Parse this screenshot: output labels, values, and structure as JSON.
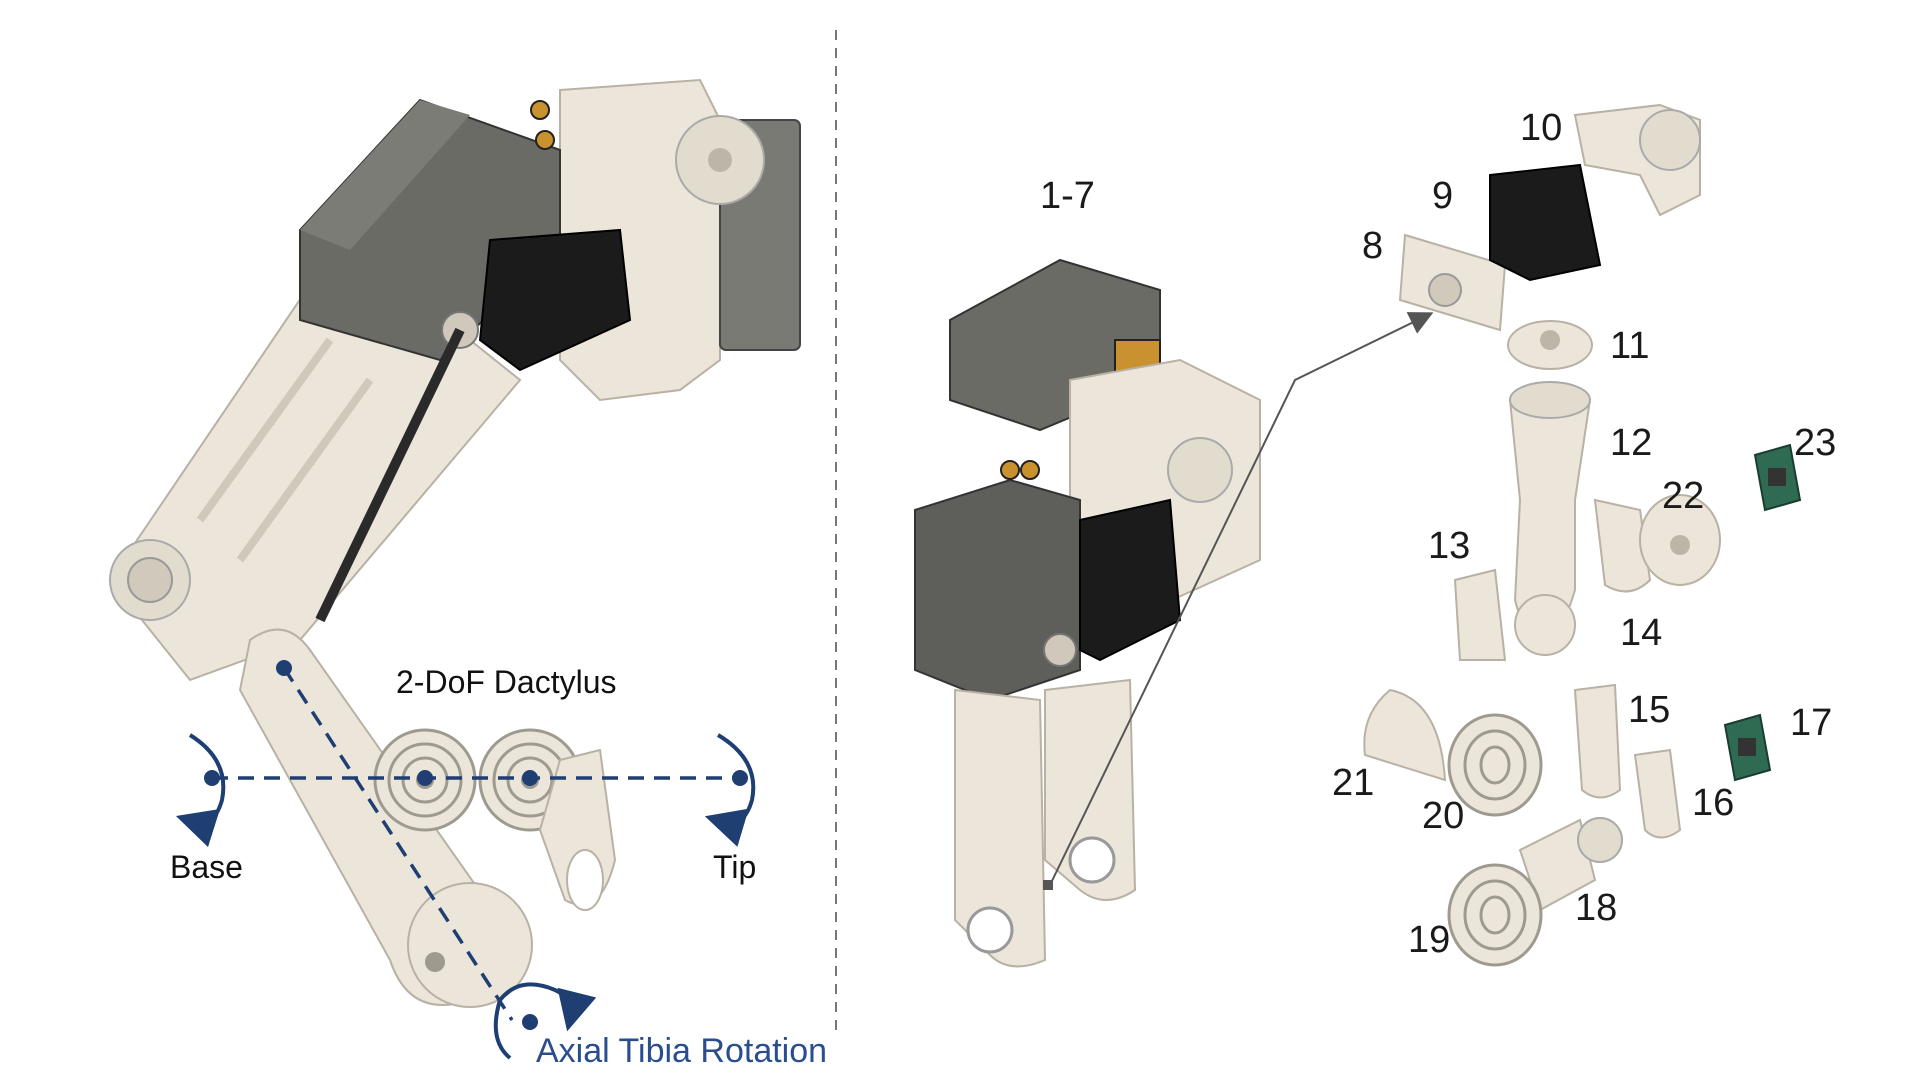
{
  "colors": {
    "axis_blue": "#1f3f73",
    "label_blue": "#2a4d8f",
    "plastic": "#ece6da",
    "plastic_shadow": "#cfc8bb",
    "servo_grey": "#6b6b66",
    "servo_dark": "#3c3c3a",
    "servo_black": "#1b1b1b",
    "brass": "#c9922e",
    "pcb_green": "#2f6b53",
    "divider": "#777777",
    "leader": "#555555"
  },
  "left_panel": {
    "dactylus_label": "2-DoF Dactylus",
    "base_label": "Base",
    "tip_label": "Tip",
    "axial_label": "Axial Tibia Rotation"
  },
  "right_panel": {
    "assembly_label": "1-7",
    "part_numbers": [
      "8",
      "9",
      "10",
      "11",
      "12",
      "13",
      "14",
      "15",
      "16",
      "17",
      "18",
      "19",
      "20",
      "21",
      "22",
      "23"
    ]
  }
}
